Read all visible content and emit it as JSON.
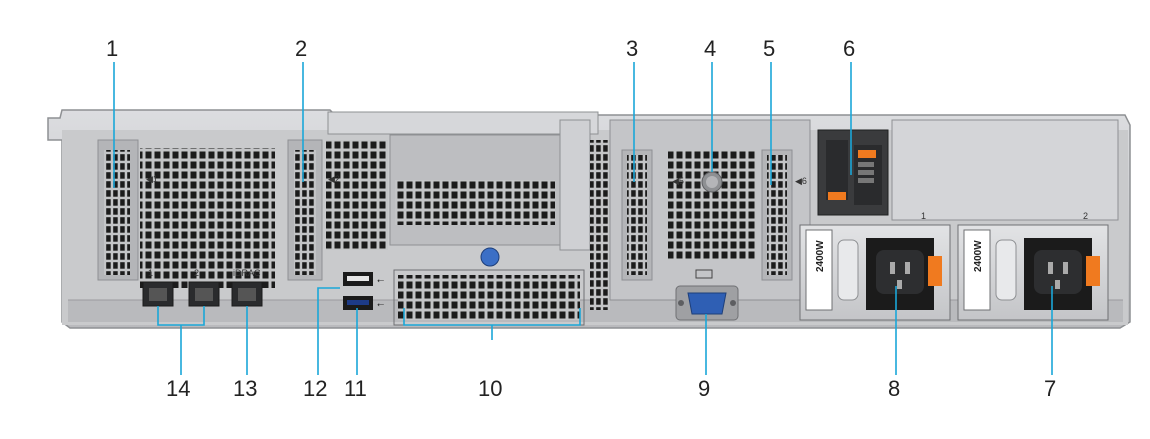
{
  "diagram": {
    "callouts": [
      "1",
      "2",
      "3",
      "4",
      "5",
      "6",
      "7",
      "8",
      "9",
      "10",
      "11",
      "12",
      "13",
      "14"
    ],
    "slot_labels": [
      "◀1",
      "◀2",
      "◀5",
      "◀6"
    ],
    "nic_labels": [
      "1",
      "2"
    ],
    "idrac_label": "iDRAC",
    "psu_labels": [
      "1",
      "2"
    ],
    "psu_rating": "2400W",
    "colors": {
      "chassis": "#c9cacc",
      "chassis_dark": "#8e9093",
      "vent": "#1b1b1b",
      "callout_line": "#1aa7d8",
      "orange": "#f07a1f",
      "vga": "#2f5fb4",
      "usb": "#1d3b88"
    }
  }
}
